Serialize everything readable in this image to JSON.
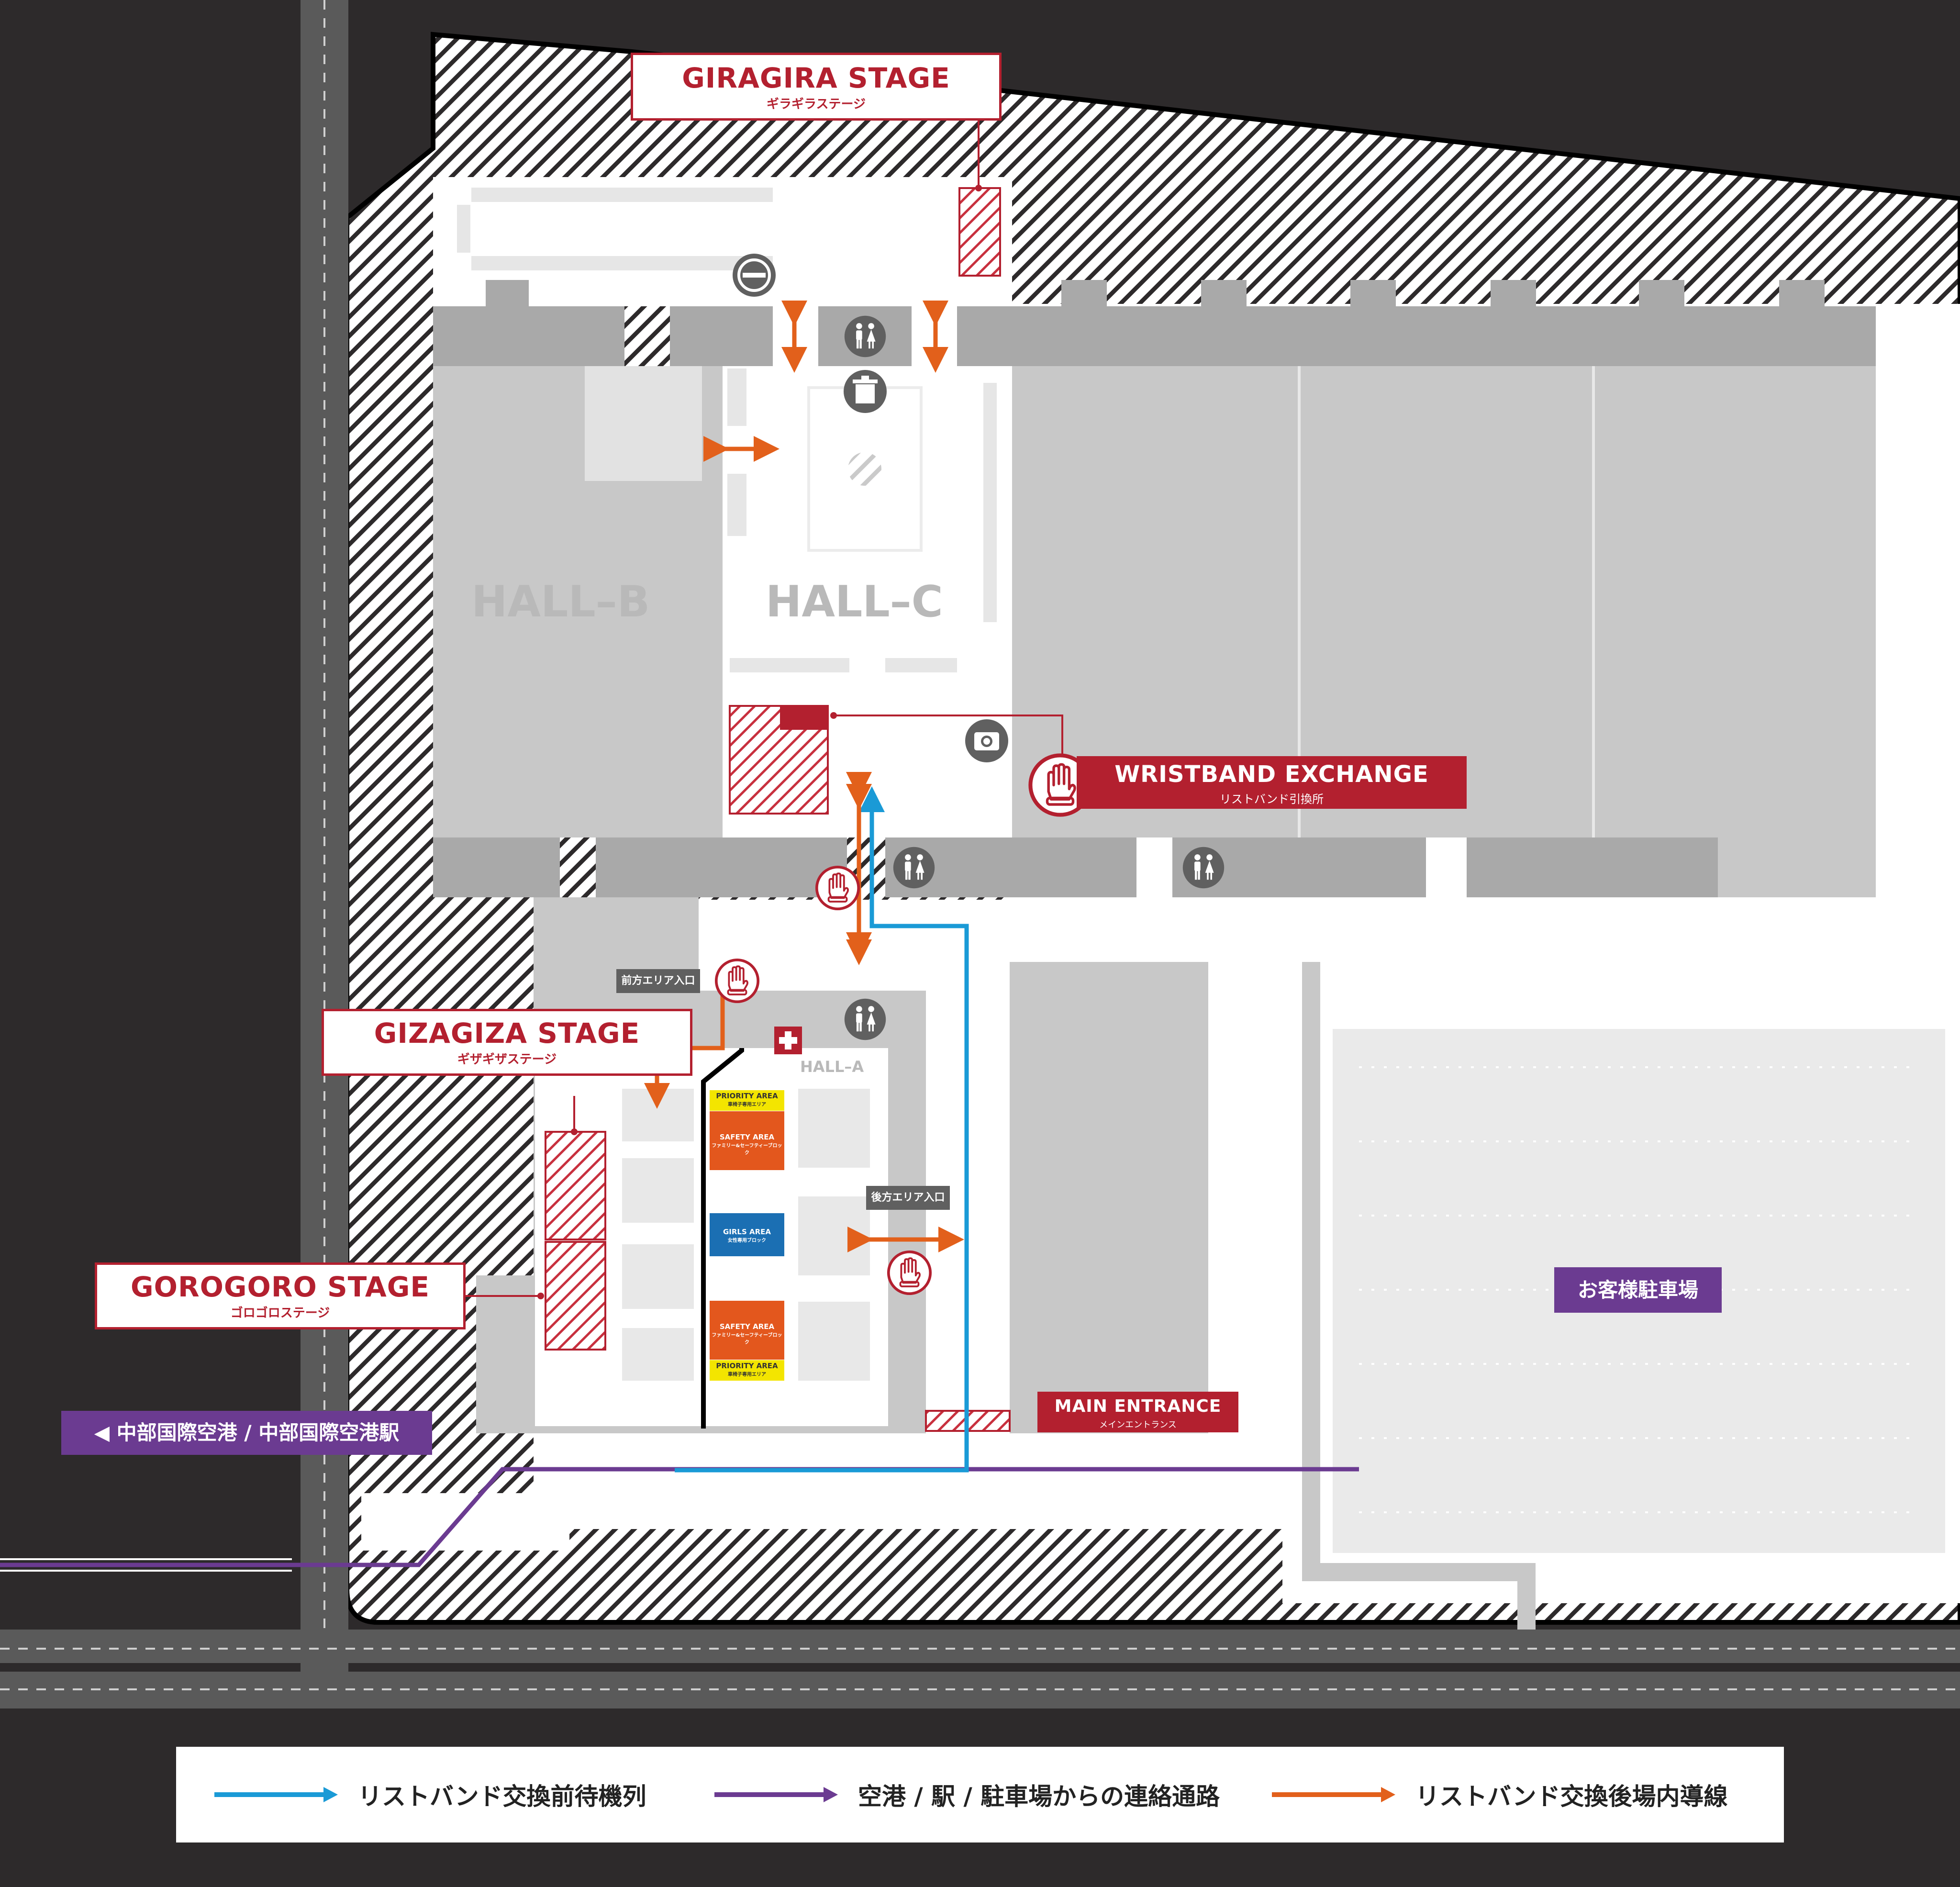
{
  "stages": {
    "giragira": {
      "en": "GIRAGIRA STAGE",
      "jp": "ギラギラステージ"
    },
    "gizagiza": {
      "en": "GIZAGIZA STAGE",
      "jp": "ギザギザステージ"
    },
    "gorogoro": {
      "en": "GOROGORO STAGE",
      "jp": "ゴロゴロステージ"
    }
  },
  "wristband_exchange": {
    "en": "WRISTBAND EXCHANGE",
    "jp": "リストバンド引換所"
  },
  "main_entrance": {
    "en": "MAIN ENTRANCE",
    "jp": "メインエントランス"
  },
  "halls": {
    "b": "HALL–B",
    "c": "HALL–C",
    "a": "HALL–A"
  },
  "area_entrances": {
    "front": "前方エリア入口",
    "rear": "後方エリア入口"
  },
  "zones": {
    "priority_top": {
      "en": "PRIORITY AREA",
      "jp": "車椅子専用エリア"
    },
    "safety_top": {
      "en": "SAFETY AREA",
      "jp": "ファミリー&セーフティーブロック"
    },
    "girls": {
      "en": "GIRLS AREA",
      "jp": "女性専用ブロック"
    },
    "safety_bottom": {
      "en": "SAFETY AREA",
      "jp": "ファミリー&セーフティーブロック"
    },
    "priority_bottom": {
      "en": "PRIORITY AREA",
      "jp": "車椅子専用エリア"
    }
  },
  "airport_label": "◀ 中部国際空港 / 中部国際空港駅",
  "parking_label": "お客様駐車場",
  "colors": {
    "background": "#2d2a2b",
    "stage_red": "#b3202f",
    "queue_blue": "#1a9ad6",
    "access_purple": "#6b3b91",
    "flow_orange": "#e2601b",
    "priority_yellow": "#f3e500",
    "safety_orange": "#e3571d",
    "girls_blue": "#1b6fb3"
  },
  "icons": [
    "smoking-area-icon",
    "restroom-icon",
    "trash-icon",
    "camera-icon",
    "wristband-hand-icon",
    "first-aid-icon"
  ],
  "legend": [
    {
      "label": "リストバンド交換前待機列",
      "color": "#1a9ad6"
    },
    {
      "label": "空港 / 駅 / 駐車場からの連絡通路",
      "color": "#6b3b91"
    },
    {
      "label": "リストバンド交換後場内導線",
      "color": "#e2601b"
    }
  ]
}
